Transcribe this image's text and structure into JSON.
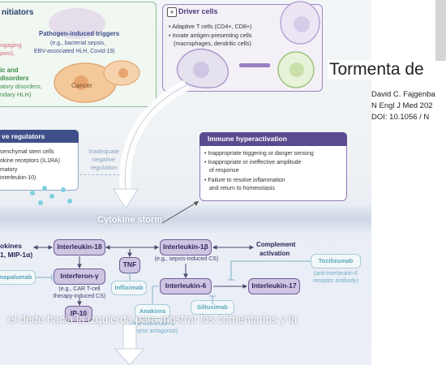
{
  "slide": {
    "title": "Tormenta de",
    "author": "David C. Fajgenba",
    "journal": "N Engl J Med 202",
    "doi": "DOI: 10.1056 / N"
  },
  "initiators": {
    "heading": "nitiators",
    "pathogen_title": "Pathogen-induced triggers",
    "pathogen_desc1": "(e.g., bacterial sepsis,",
    "pathogen_desc2": "EBV-associated HLH, Covid-19)",
    "left1": "ngaging",
    "left2": "pies).",
    "left3": "ic and",
    "left4": "disorders",
    "left5": "atory disorders,",
    "left6": "ndary HLH)",
    "cancer": "Cancer"
  },
  "driver": {
    "heading": "Driver cells",
    "bullet1": "• Adaptive T cells (CD4+, CD8+)",
    "bullet2": "• Innate antigen-presenting cells",
    "bullet3": "(macrophages, dendritic cells)"
  },
  "negative": {
    "heading": "ve regulators",
    "l1": "senchymal stem cells",
    "l2": "okine receptors (IL1RA)",
    "l3": "matory",
    "l4": "interleukin-10)",
    "inadequate1": "Inadequate",
    "inadequate2": "negative",
    "inadequate3": "regulation"
  },
  "hyper": {
    "heading": "Immune hyperactivation",
    "b1": "• Inappropriate triggering or danger sensing",
    "b2": "• Inappropriate or ineffective amplitude",
    "b2b": "of response",
    "b3": "• Failure to resolve inflammation",
    "b3b": "and return to homeostasis"
  },
  "storm": "Cytokine storm",
  "nodes": {
    "okines": "okines",
    "mip": "1, MIP-1α)",
    "il18": "Interleukin-18",
    "il1b": "Interleukin-1β",
    "il1b_sub": "(e.g., sepsis-induced CS)",
    "complement1": "Complement",
    "complement2": "activation",
    "tnf": "TNF",
    "ifn": "Interferon-γ",
    "ifn_sub1": "(e.g., CAR T-cell",
    "ifn_sub2": "therapy-induced CS)",
    "mapalumab": "mapalumab",
    "infliximab": "Infliximab",
    "il6": "Interleukin-6",
    "il17": "Interleukin-17",
    "tocilizumab": "Tocilizumab",
    "toci_sub1": "(anti-interleukin-6",
    "toci_sub2": "receptor antibody)",
    "anakinra": "Anakinra",
    "anakinra_sub1": "(anti-interleukin-1",
    "anakinra_sub2": "receptor antagonist)",
    "siltuximab": "Siltuximab",
    "ip10": "IP-10"
  },
  "caption": "el dedo hacia la izquierda para mostrar los comentarios y la"
}
